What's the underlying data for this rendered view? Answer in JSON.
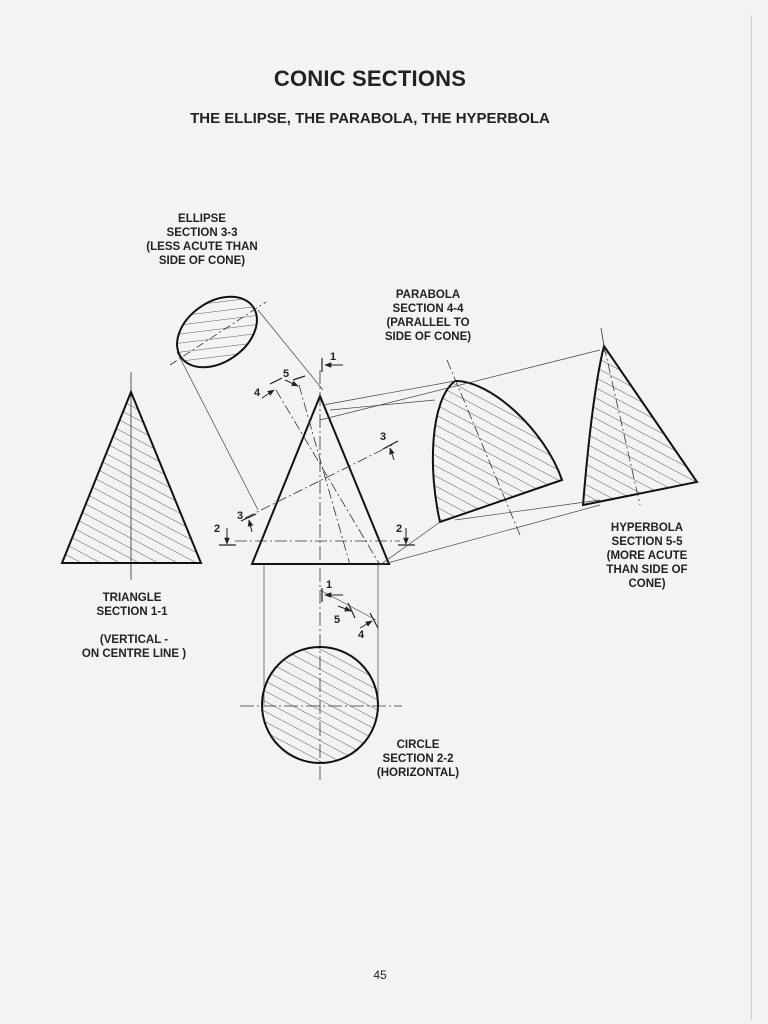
{
  "header": {
    "title": "CONIC SECTIONS",
    "subtitle": "THE ELLIPSE, THE PARABOLA, THE HYPERBOLA"
  },
  "captions": {
    "ellipse": "ELLIPSE\nSECTION 3-3\n(LESS ACUTE THAN\nSIDE OF CONE)",
    "parabola": "PARABOLA\nSECTION 4-4\n(PARALLEL TO\nSIDE OF CONE)",
    "hyperbola": "HYPERBOLA\nSECTION 5-5\n(MORE ACUTE\nTHAN SIDE OF\nCONE)",
    "triangle": "TRIANGLE\nSECTION 1-1",
    "triangle_note": "(VERTICAL -\nON CENTRE LINE )",
    "circle": "CIRCLE\nSECTION 2-2\n(HORIZONTAL)"
  },
  "section_labels": {
    "one": "1",
    "two": "2",
    "three": "3",
    "four": "4",
    "five": "5"
  },
  "footer": {
    "page_number": "45"
  },
  "colors": {
    "ink": "#222222",
    "paper": "#f4f3f1"
  }
}
